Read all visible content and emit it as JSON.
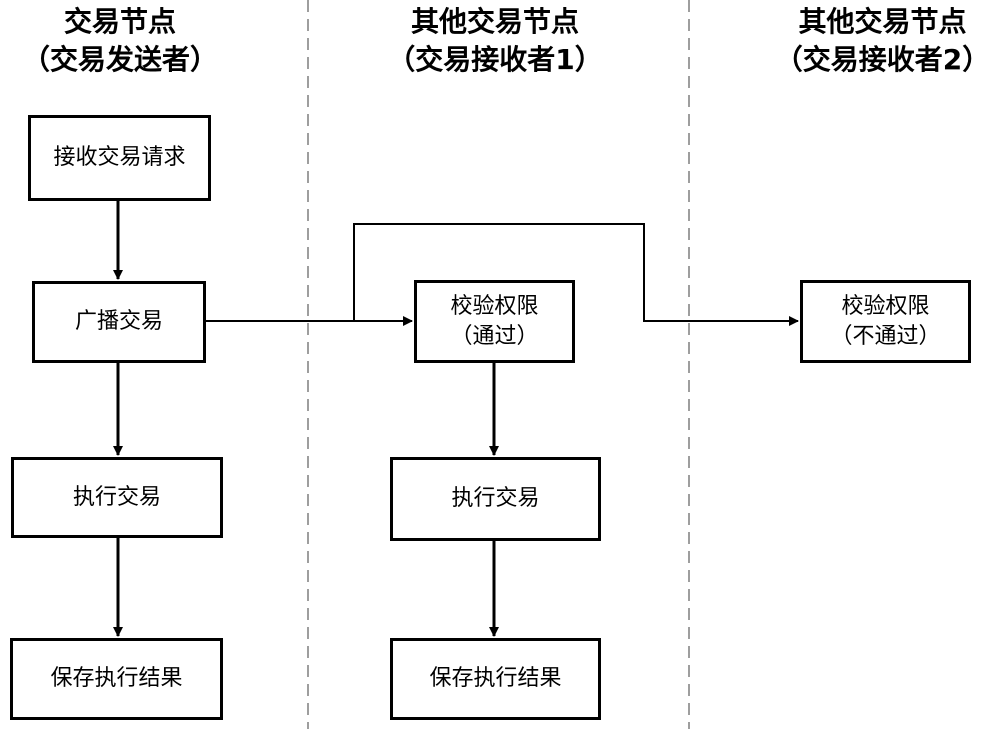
{
  "lanes": [
    {
      "title": "交易节点",
      "subtitle": "（交易发送者）"
    },
    {
      "title": "其他交易节点",
      "subtitle": "（交易接收者1）"
    },
    {
      "title": "其他交易节点",
      "subtitle": "（交易接收者2）"
    }
  ],
  "sender": {
    "receive_request": "接收交易请求",
    "broadcast": "广播交易",
    "execute": "执行交易",
    "save_result": "保存执行结果"
  },
  "receiver1": {
    "verify": "校验权限\n（通过）",
    "execute": "执行交易",
    "save_result": "保存执行结果"
  },
  "receiver2": {
    "verify": "校验权限\n（不通过）"
  },
  "colors": {
    "stroke": "#000000",
    "divider": "#7f7f7f",
    "background": "#ffffff"
  }
}
